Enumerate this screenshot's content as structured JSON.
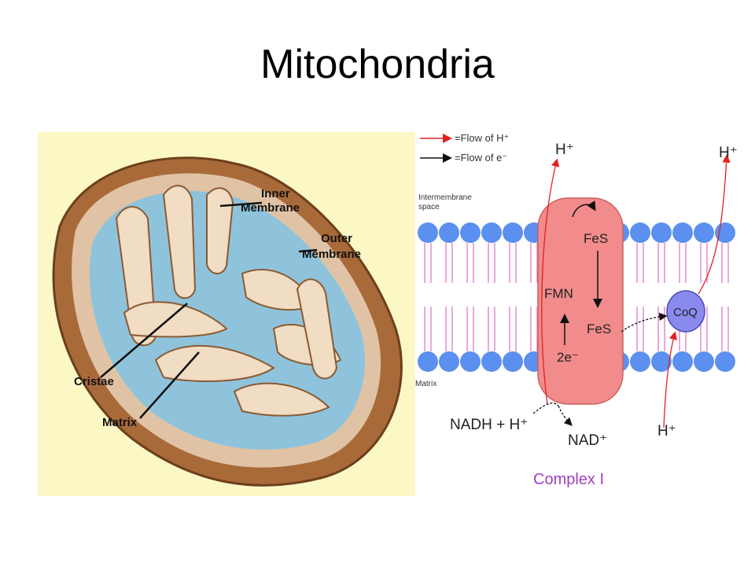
{
  "title": "Mitochondria",
  "left_diagram": {
    "labels": {
      "inner_membrane_1": "Inner",
      "inner_membrane_2": "Membrane",
      "outer_membrane_1": "Outer",
      "outer_membrane_2": "Membrane",
      "cristae": "Cristae",
      "matrix": "Matrix"
    }
  },
  "right_diagram": {
    "legend": {
      "flow_h": "=Flow of H⁺",
      "flow_e": "=Flow of e⁻"
    },
    "intermembrane_1": "Intermembrane",
    "intermembrane_2": "space",
    "matrix_label": "Matrix",
    "h_top_left": "H⁺",
    "h_top_right": "H⁺",
    "h_bottom": "H⁺",
    "fes_top": "FeS",
    "fes_bottom": "FeS",
    "fmn": "FMN",
    "two_e": "2e⁻",
    "coq": "CoQ",
    "nadh": "NADH + H⁺",
    "nad": "NAD⁺",
    "complex_name": "Complex I",
    "colors": {
      "h_flow": "#e02020",
      "e_flow": "#111111",
      "complex": "#f28b8b",
      "lipid_head": "#5b8ff0",
      "tail": "#e58ad0",
      "complex_title": "#a040c0"
    }
  }
}
